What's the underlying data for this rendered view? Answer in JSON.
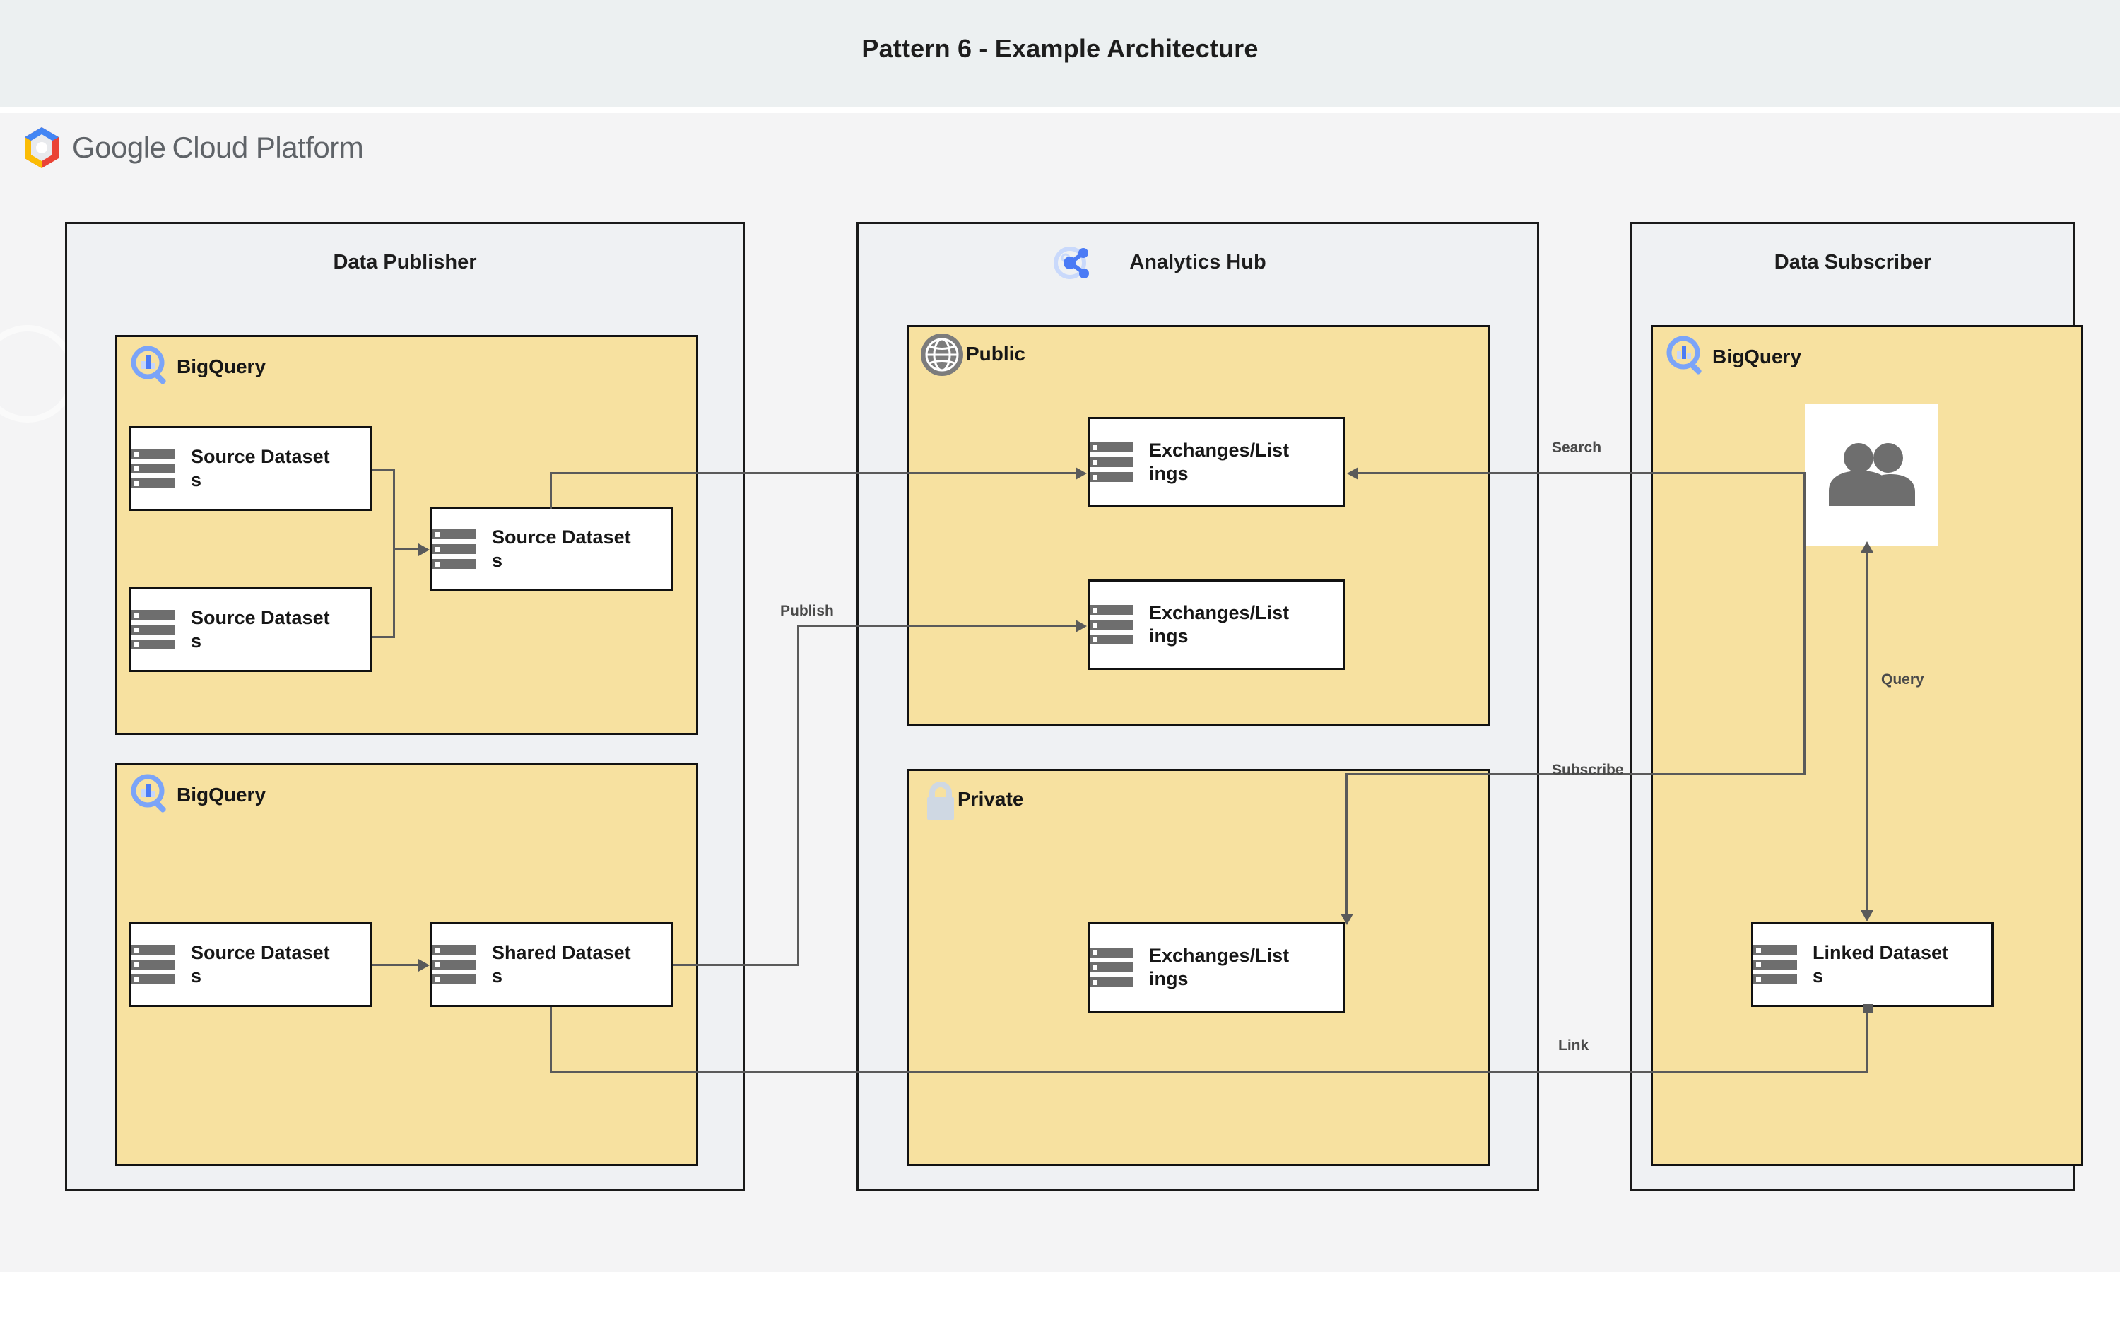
{
  "page": {
    "title": "Pattern 6 - Example Architecture",
    "brand": "Google Cloud Platform",
    "brand_word1": "Google",
    "brand_word2": "Cloud Platform",
    "colors": {
      "title_band": "#ECF0F1",
      "canvas": "#F4F4F5",
      "zone_fill": "#EFF1F3",
      "panel_fill": "#F7E1A0",
      "node_fill": "#FFFFFF",
      "border": "#111111",
      "connector": "#5A5A5A",
      "bigquery_blue": "#7BA4F8",
      "analytics_hub_blue": "#4B7BF5",
      "globe_gray": "#7C7C7C",
      "lock_gray": "#CFD8E3",
      "dataset_icon_gray": "#6E6E6E"
    }
  },
  "zones": [
    {
      "id": "data-publisher",
      "title": "Data Publisher",
      "icon": ""
    },
    {
      "id": "analytics-hub",
      "title": "Analytics Hub",
      "icon": "analytics-hub-icon"
    },
    {
      "id": "data-subscriber",
      "title": "Data Subscriber",
      "icon": ""
    }
  ],
  "panels": [
    {
      "id": "publisher-bigquery-top",
      "label": "BigQuery",
      "icon": "bigquery-icon"
    },
    {
      "id": "publisher-bigquery-bottom",
      "label": "BigQuery",
      "icon": "bigquery-icon"
    },
    {
      "id": "hub-public",
      "label": "Public",
      "icon": "globe-icon"
    },
    {
      "id": "hub-private",
      "label": "Private",
      "icon": "lock-icon"
    },
    {
      "id": "subscriber-bigquery",
      "label": "BigQuery",
      "icon": "bigquery-icon"
    }
  ],
  "nodes": [
    {
      "id": "pub-source-1",
      "label": "Source Datasets",
      "icon": "dataset-icon"
    },
    {
      "id": "pub-source-2",
      "label": "Source Datasets",
      "icon": "dataset-icon"
    },
    {
      "id": "pub-source-3",
      "label": "Source Datasets",
      "icon": "dataset-icon"
    },
    {
      "id": "pub-source-4",
      "label": "Source Datasets",
      "icon": "dataset-icon"
    },
    {
      "id": "pub-shared",
      "label": "Shared Datasets",
      "icon": "dataset-icon"
    },
    {
      "id": "hub-listing-1",
      "label": "Exchanges/Listings",
      "icon": "dataset-icon"
    },
    {
      "id": "hub-listing-2",
      "label": "Exchanges/Listings",
      "icon": "dataset-icon"
    },
    {
      "id": "hub-listing-3",
      "label": "Exchanges/Listings",
      "icon": "dataset-icon"
    },
    {
      "id": "sub-linked",
      "label": "Linked Datasets",
      "icon": "dataset-icon"
    },
    {
      "id": "sub-users",
      "label": "",
      "icon": "people-icon"
    }
  ],
  "edges": [
    {
      "id": "publish",
      "label": "Publish",
      "from": "pub-source-3",
      "to": "hub-listing-1"
    },
    {
      "id": "publish-2",
      "label": "",
      "from": "pub-shared",
      "to": "hub-listing-2"
    },
    {
      "id": "search",
      "label": "Search",
      "from": "sub-users",
      "to": "hub-listing-1"
    },
    {
      "id": "subscribe",
      "label": "Subscribe",
      "from": "sub-users",
      "to": "hub-listing-3"
    },
    {
      "id": "link",
      "label": "Link",
      "from": "pub-shared",
      "to": "sub-linked"
    },
    {
      "id": "query",
      "label": "Query",
      "from": "sub-linked",
      "to": "sub-users"
    }
  ]
}
